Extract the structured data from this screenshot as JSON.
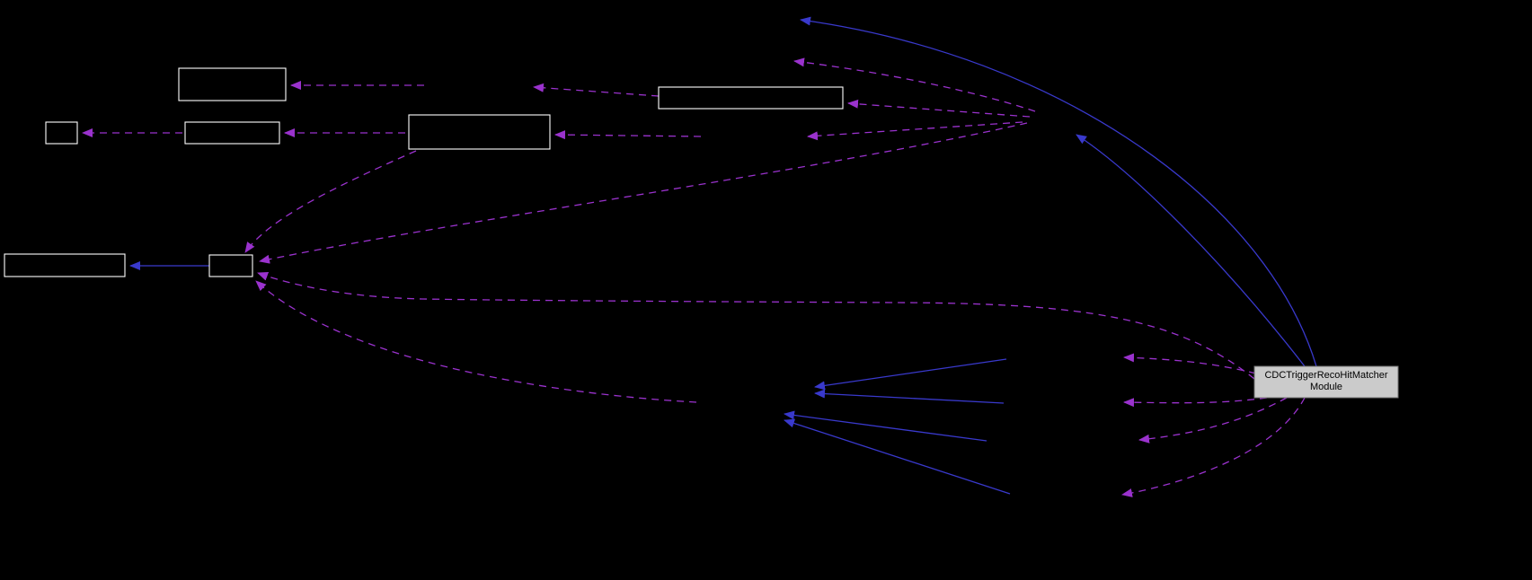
{
  "diagram": {
    "type": "collaboration-graph",
    "background": "#000000",
    "colors": {
      "dashed_edge": "#9a32cd",
      "solid_edge": "#3939cc",
      "node_border": "#ffffff",
      "main_node_fill": "#cbcbcb",
      "main_node_border": "#737373",
      "main_node_text": "#000000"
    },
    "main_node": {
      "label_line1": "CDCTriggerRecoHitMatcher",
      "label_line2": "Module"
    }
  }
}
